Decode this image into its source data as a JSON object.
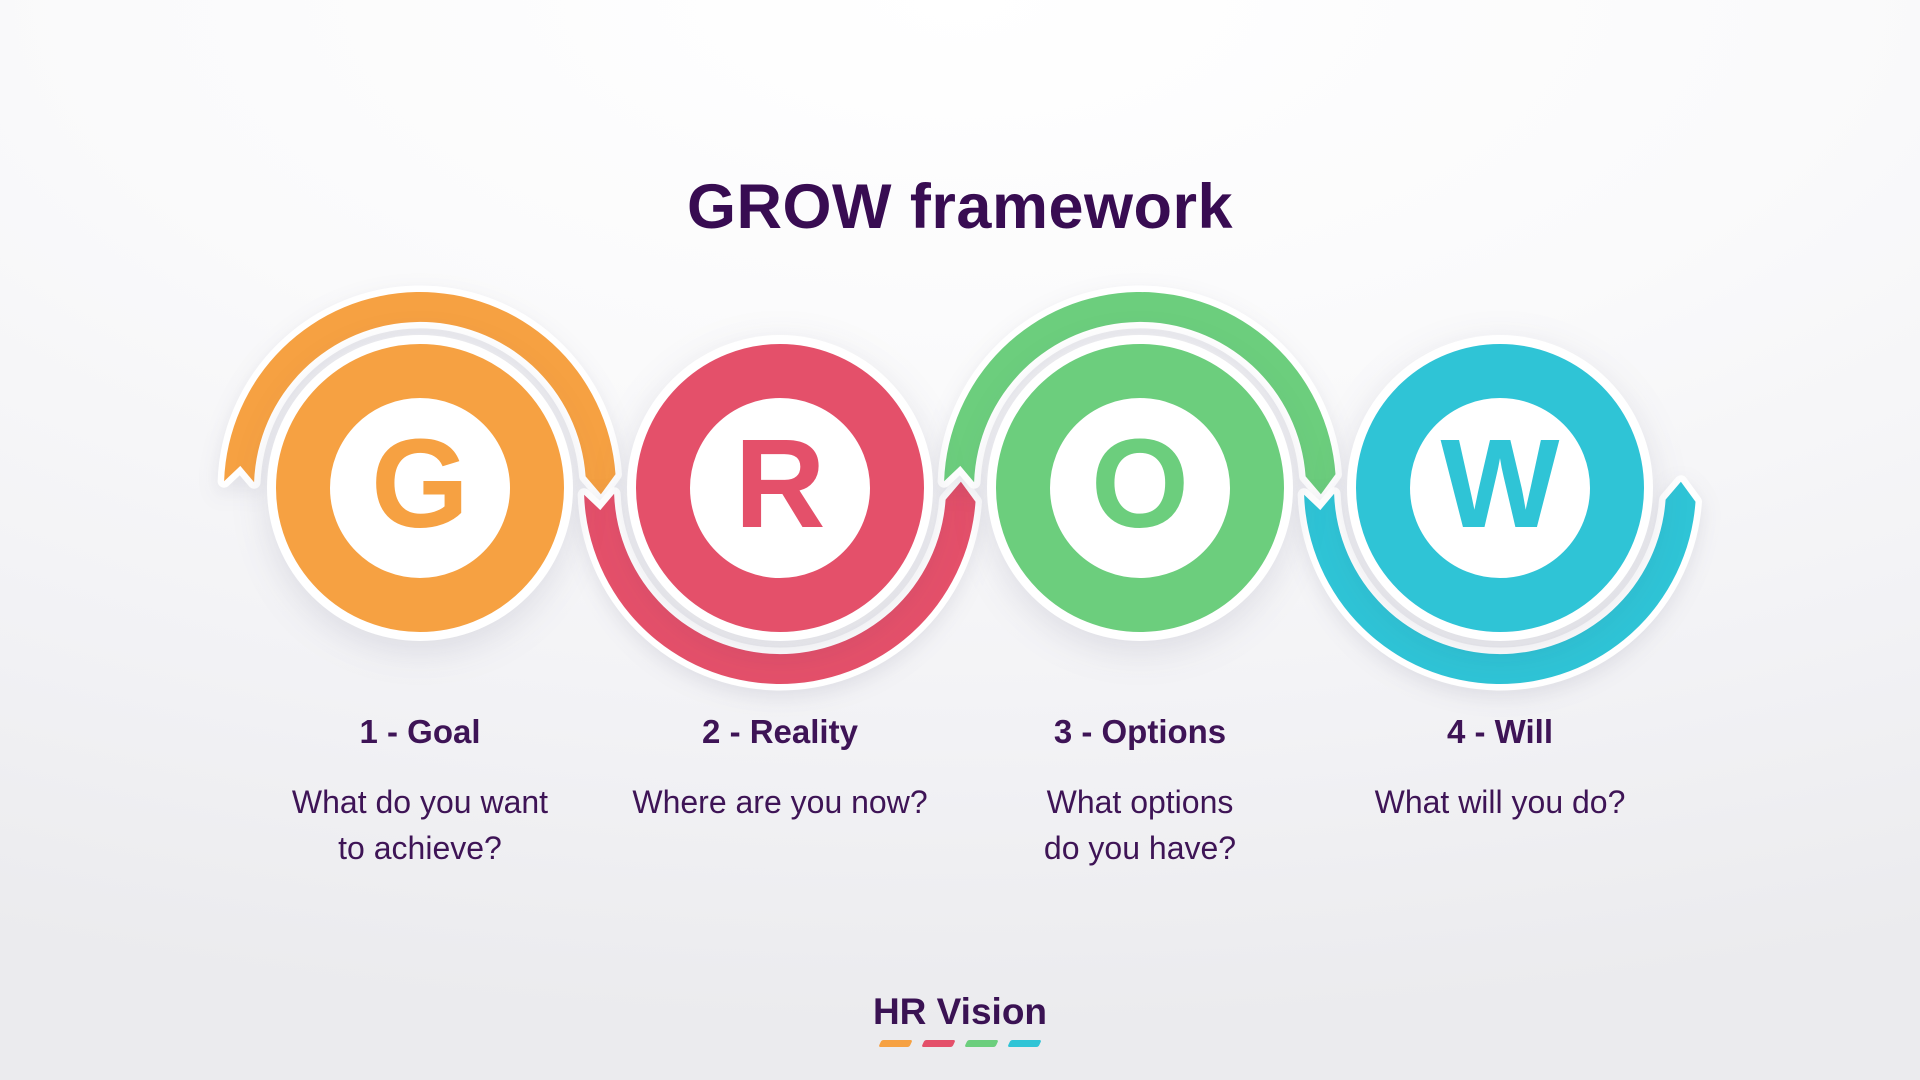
{
  "title": "GROW framework",
  "stages": [
    {
      "letter": "G",
      "color": "#F6A142",
      "arc": "over",
      "label": "1 - Goal",
      "description": [
        "What do you want",
        "to achieve?"
      ]
    },
    {
      "letter": "R",
      "color": "#E4506A",
      "arc": "under",
      "label": "2 - Reality",
      "description": [
        "Where are you now?"
      ]
    },
    {
      "letter": "O",
      "color": "#6CCE7D",
      "arc": "over",
      "label": "3 - Options",
      "description": [
        "What options",
        "do you have?"
      ]
    },
    {
      "letter": "W",
      "color": "#2FC4D6",
      "arc": "under",
      "label": "4 - Will",
      "description": [
        "What will you do?"
      ]
    }
  ],
  "footer": {
    "brand": "HR Vision",
    "dash_colors": [
      "#F6A142",
      "#E4506A",
      "#6CCE7D",
      "#2FC4D6"
    ]
  },
  "colors": {
    "title_text": "#380C52",
    "label_text": "#3E1456",
    "background": "#F2F2F5"
  }
}
